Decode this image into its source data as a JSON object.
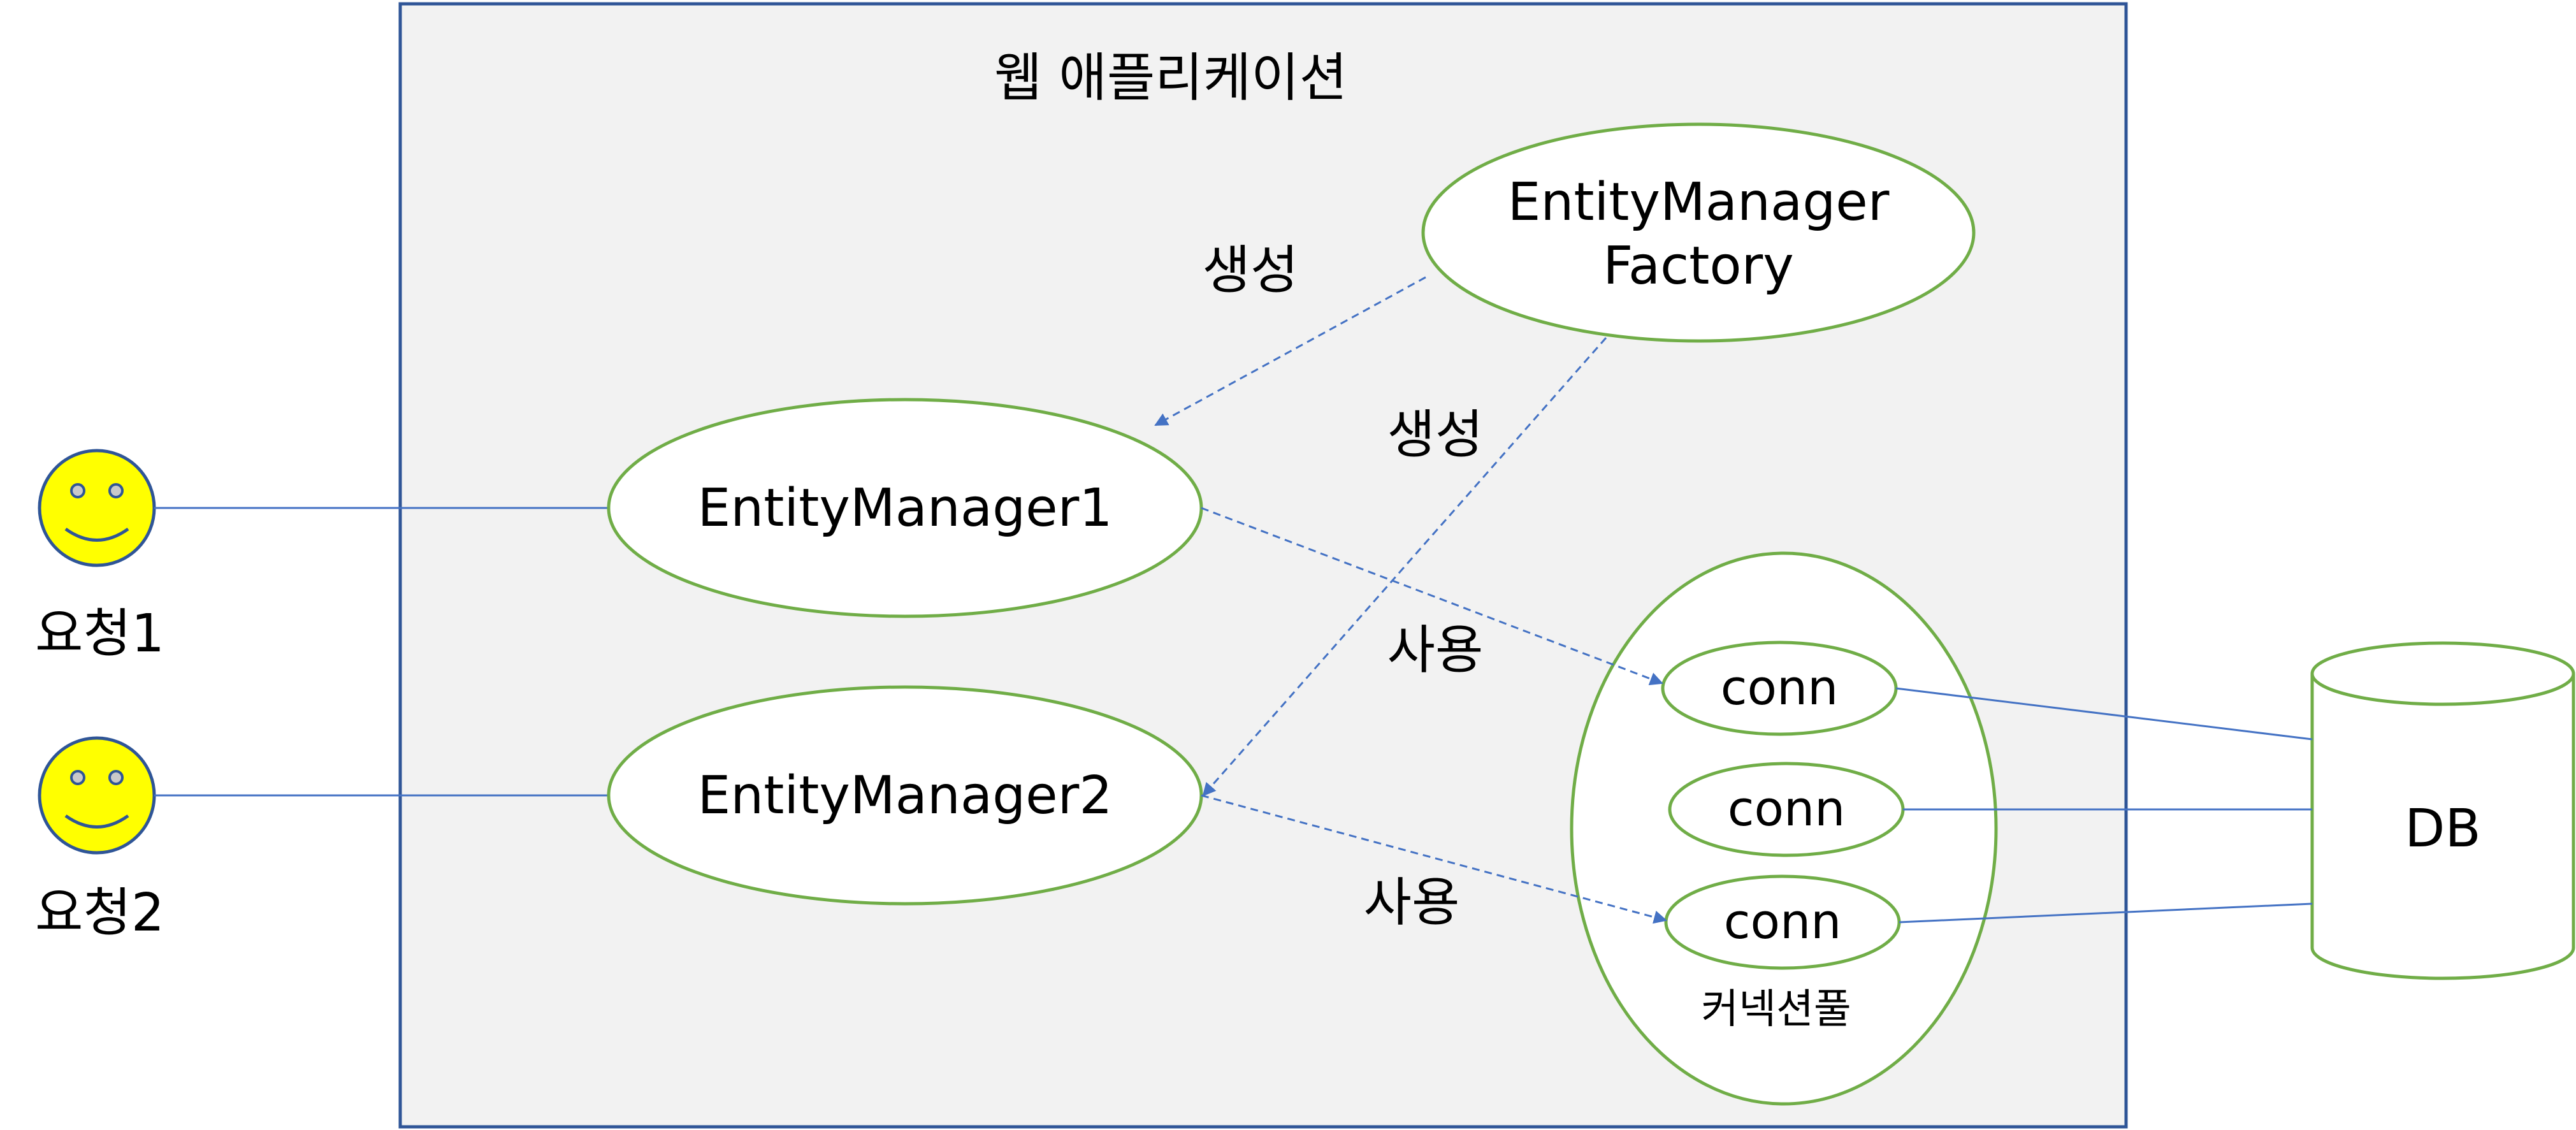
{
  "app": {
    "title": "웹 애플리케이션"
  },
  "users": [
    {
      "label": "요청1"
    },
    {
      "label": "요청2"
    }
  ],
  "nodes": {
    "factory_line1": "EntityManager",
    "factory_line2": "Factory",
    "em1": "EntityManager1",
    "em2": "EntityManager2",
    "pool_label": "커넥션풀",
    "conn": [
      "conn",
      "conn",
      "conn"
    ],
    "db": "DB"
  },
  "edge_labels": {
    "create1": "생성",
    "create2": "생성",
    "use1": "사용",
    "use2": "사용"
  },
  "colors": {
    "ellipse_stroke": "#70ad47",
    "line_blue": "#4472c4",
    "container_stroke": "#2f5597",
    "container_fill": "#f2f2f2",
    "face_fill": "#ffff00",
    "face_stroke": "#2f5597"
  }
}
